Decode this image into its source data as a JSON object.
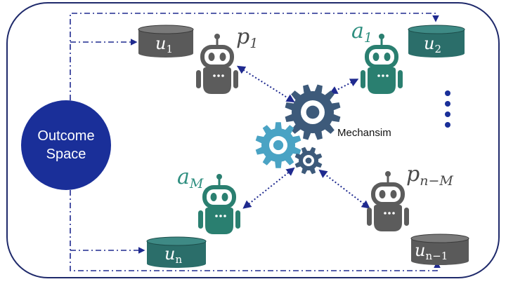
{
  "outcome_space": {
    "line1": "Outcome",
    "line2": "Space"
  },
  "mechanism_label": "Mechansim",
  "cylinders": {
    "u1": {
      "base": "u",
      "sub": "1"
    },
    "u2": {
      "base": "u",
      "sub": "2"
    },
    "un": {
      "base": "u",
      "sub": "n"
    },
    "un1": {
      "base": "u",
      "sub": "n−1"
    }
  },
  "agents": {
    "p1": {
      "base": "p",
      "sub": "1"
    },
    "a1": {
      "base": "a",
      "sub": "1"
    },
    "aM": {
      "base": "a",
      "sub": "M"
    },
    "pnM": {
      "base": "p",
      "sub": "n−M"
    }
  },
  "colors": {
    "border": "#1f2a6b",
    "outcome_circle": "#1a2f99",
    "gray_robot": "#5c5c5c",
    "teal_robot": "#2a7f70",
    "cylinder_gray": "#5a5a5a",
    "cylinder_teal": "#2b6e6a",
    "gear_dark": "#3d5a7a",
    "gear_light": "#4aa3c4",
    "connector": "#1f2a8f"
  },
  "icons": [
    "robot-icon",
    "gear-icon",
    "database-cylinder-icon",
    "vertical-ellipsis-icon"
  ]
}
